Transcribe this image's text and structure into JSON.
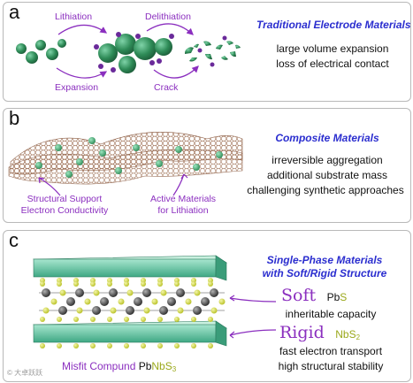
{
  "panel_a": {
    "label": "a",
    "lithiation": "Lithiation",
    "delithiation": "Delithiation",
    "expansion": "Expansion",
    "crack": "Crack",
    "title": "Traditional Electrode Materials",
    "desc_1": "large volume expansion",
    "desc_2": "loss of electrical contact"
  },
  "panel_b": {
    "label": "b",
    "title": "Composite Materials",
    "desc_1": "irreversible aggregation",
    "desc_2": "additional substrate mass",
    "desc_3": "challenging synthetic approaches",
    "support_1": "Structural Support",
    "support_2": "Electron Conductivity",
    "active_1": "Active Materials",
    "active_2": "for Lithiation"
  },
  "panel_c": {
    "label": "c",
    "title_1": "Single-Phase Materials",
    "title_2": "with Soft/Rigid Structure",
    "soft": "Soft",
    "soft_formula_main": "Pb",
    "soft_formula_s": "S",
    "soft_desc": "inheritable capacity",
    "rigid": "Rigid",
    "rigid_formula_main": "NbS",
    "rigid_formula_sub": "2",
    "rigid_desc_1": "fast electron transport",
    "rigid_desc_2": "high structural stability",
    "misfit_prefix": "Misfit Compund ",
    "misfit_pb": "Pb",
    "misfit_nb": "NbS",
    "misfit_sub": "3"
  },
  "watermark": "© 大卓跃跃",
  "colors": {
    "title_blue": "#2b2ecf",
    "purple": "#8b2fbf",
    "green_particle": "#2e8b57",
    "graphene": "#9a6a4e",
    "slab_green": "#5dc3a4"
  }
}
